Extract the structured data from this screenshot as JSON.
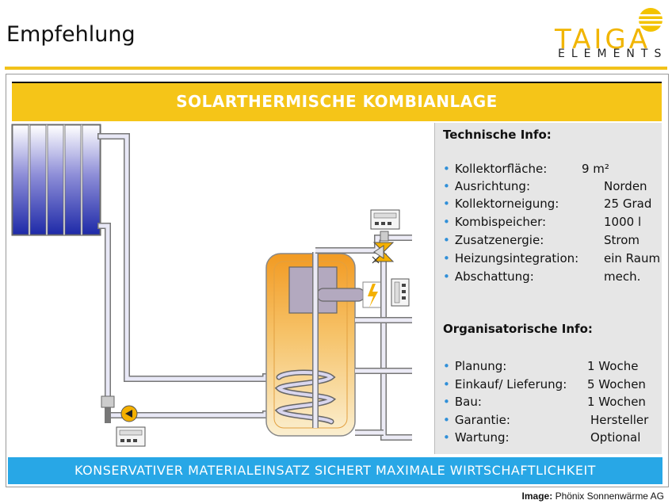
{
  "page": {
    "heading": "Empfehlung"
  },
  "logo": {
    "line1": "TAIGA",
    "line2": "ELEMENTS"
  },
  "banner": {
    "title": "SOLARTHERMISCHE KOMBIANLAGE"
  },
  "technical": {
    "title": "Technische Info:",
    "items": [
      {
        "label": "Kollektorfläche:",
        "value": "9 m²"
      },
      {
        "label": "Ausrichtung:",
        "value": "Norden"
      },
      {
        "label": "Kollektorneigung:",
        "value": "25 Grad"
      },
      {
        "label": "Kombispeicher:",
        "value": "1000 l"
      },
      {
        "label": "Zusatzenergie:",
        "value": "Strom"
      },
      {
        "label": "Heizungsintegration:",
        "value": "ein Raum"
      },
      {
        "label": "Abschattung:",
        "value": "mech."
      }
    ]
  },
  "organisational": {
    "title": "Organisatorische Info:",
    "items": [
      {
        "label": "Planung:",
        "value": "1 Woche"
      },
      {
        "label": "Einkauf/ Lieferung:",
        "value": "5 Wochen"
      },
      {
        "label": "Bau:",
        "value": "1 Wochen"
      },
      {
        "label": "Garantie:",
        "value": "Hersteller"
      },
      {
        "label": "Wartung:",
        "value": "Optional"
      }
    ]
  },
  "footer": {
    "text": "KONSERVATIVER MATERIALEINSATZ SICHERT MAXIMALE WIRTSCHAFTLICHKEIT"
  },
  "credit": {
    "label": "Image:",
    "source": "Phönix Sonnenwärme AG"
  },
  "colors": {
    "accent_yellow": "#f5c518",
    "footer_blue": "#28a7e6",
    "bullet_blue": "#2f8fd8"
  }
}
